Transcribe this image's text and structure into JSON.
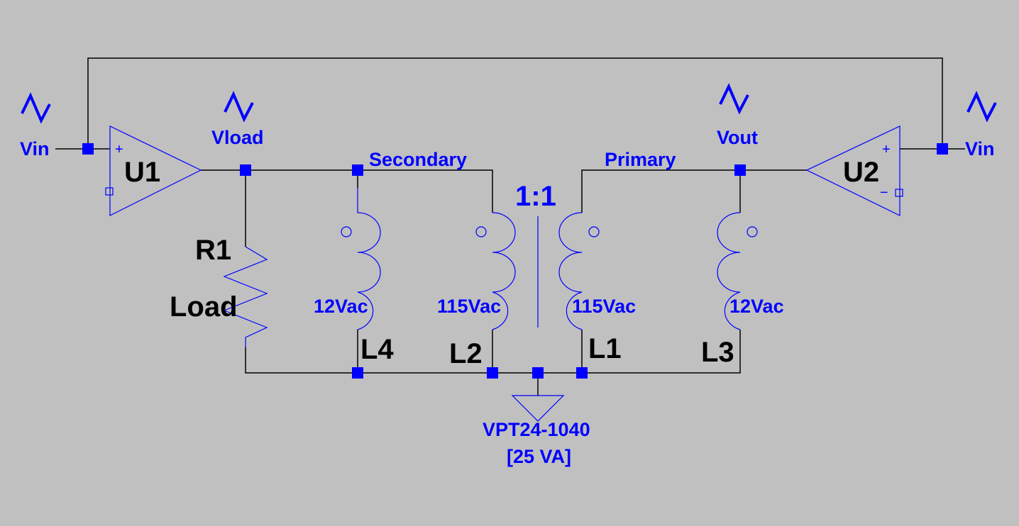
{
  "colors": {
    "background": "#c0c0c0",
    "component": "#0000ff",
    "wire": "#000000"
  },
  "amplifiers": [
    {
      "ref": "U1"
    },
    {
      "ref": "U2"
    }
  ],
  "nets": {
    "vin_left": "Vin",
    "vin_right": "Vin",
    "vload": "Vload",
    "vout": "Vout",
    "secondary": "Secondary",
    "primary": "Primary"
  },
  "resistor": {
    "ref": "R1",
    "value": "Load"
  },
  "inductors": [
    {
      "ref": "L4",
      "value": "12Vac"
    },
    {
      "ref": "L2",
      "value": "115Vac"
    },
    {
      "ref": "L1",
      "value": "115Vac"
    },
    {
      "ref": "L3",
      "value": "12Vac"
    }
  ],
  "transformer": {
    "ratio": "1:1",
    "part": "VPT24-1040",
    "rating": "[25 VA]"
  },
  "opamp_pins": {
    "plus": "+",
    "minus": "−"
  },
  "icons": [
    "sine-source-icon",
    "ground-icon",
    "opamp-icon",
    "resistor-icon",
    "inductor-icon"
  ]
}
